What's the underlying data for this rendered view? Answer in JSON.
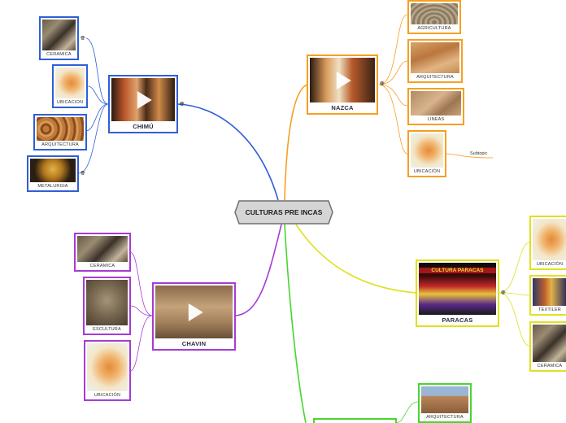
{
  "central": {
    "title": "CULTURAS PRE INCAS",
    "fill": "#d5d5d5",
    "stroke": "#6f6f6f"
  },
  "colors": {
    "chimu": "#2f5fd6",
    "nazca": "#f5a020",
    "paracas": "#e0e020",
    "chavin": "#a63bd6",
    "bottom": "#46d62f"
  },
  "branches": {
    "chimu": {
      "label": "CHIMÚ",
      "children": [
        "CERAMICA",
        "UBICACION",
        "ARQUITECTURA",
        "METALURGIA"
      ]
    },
    "nazca": {
      "label": "NAZCA",
      "children": [
        "AGRICULTURA",
        "ARQUITECTURA",
        "LINEAS",
        "UBICACIÓN"
      ],
      "subtopic": "Subtopic"
    },
    "paracas": {
      "label": "PARACAS",
      "children": [
        "UBICACIÓN",
        "TEXTILER",
        "CERAMICA"
      ],
      "banner": "CULTURA PARACAS"
    },
    "chavin": {
      "label": "CHAVIN",
      "children": [
        "CERAMICA",
        "ESCULTURA",
        "UBICACIÓN"
      ]
    },
    "bottom": {
      "children": [
        "ARQUITECTURA"
      ]
    }
  },
  "icons": {
    "attach": "globe-icon",
    "video": "play-icon"
  }
}
